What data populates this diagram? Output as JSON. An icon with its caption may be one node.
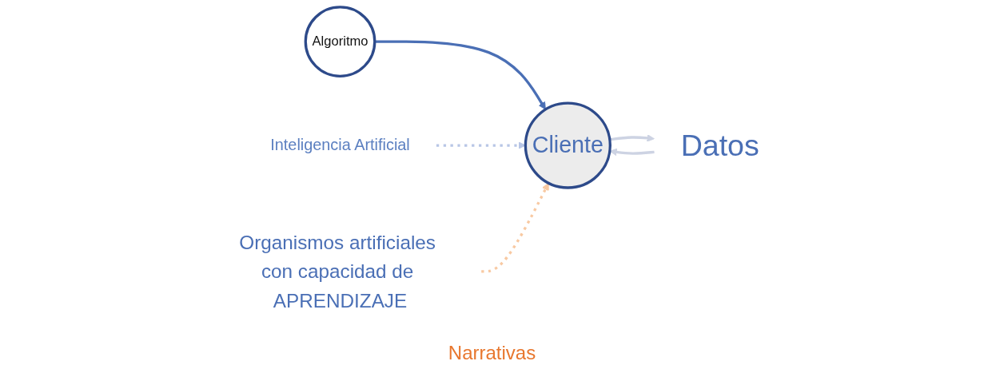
{
  "diagram": {
    "nodes": [
      {
        "text": [
          "Cliente"
        ]
      },
      {
        "text": [
          "Algoritmo"
        ]
      },
      {
        "text": [
          "Datos"
        ]
      },
      {
        "text": [
          "Inteligencia Artificial"
        ]
      },
      {
        "text": [
          "Organismos artificiales con capacidad de APRENDIZAJE"
        ]
      }
    ],
    "edges": [
      {
        "from": 0,
        "to": 2,
        "arrow": "to",
        "color": "#cdd3e3"
      },
      {
        "from": 2,
        "to": 0,
        "arrow": "to",
        "color": "#cdd3e3"
      },
      {
        "from": 1,
        "to": 0,
        "arrow": "to",
        "color": "#4a6fb5"
      },
      {
        "from": 3,
        "to": 0,
        "arrow": "to",
        "style": "dashed",
        "color": "#b8c6e6"
      },
      {
        "from": 4,
        "to": 0,
        "arrow": "to",
        "style": "dashed",
        "color": "#f8c9a2"
      }
    ],
    "labels": [
      "Narrativas"
    ]
  }
}
